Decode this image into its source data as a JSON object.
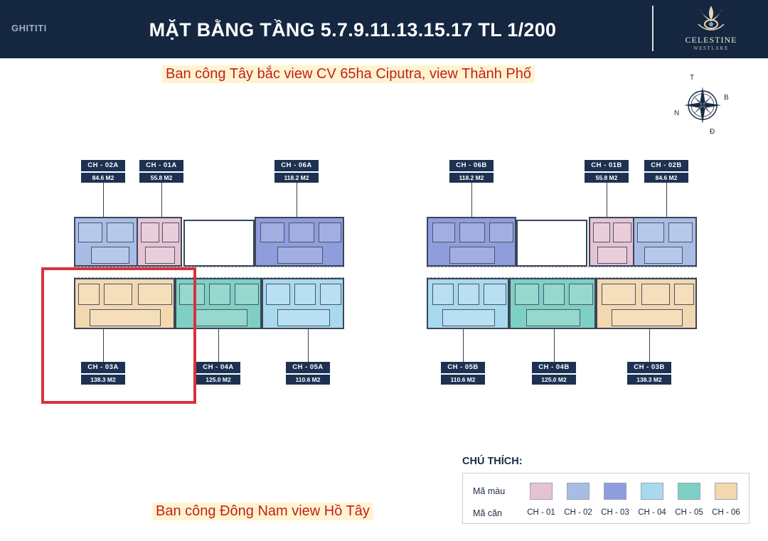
{
  "header": {
    "left_logo": "GHITITI",
    "title": "MẶT BẰNG TẦNG 5.7.9.11.13.15.17 TL 1/200",
    "brand_name": "CELESTINE",
    "brand_sub": "WESTLAKE"
  },
  "captions": {
    "top": "Ban công Tây bắc view CV 65ha Ciputra, view Thành Phố",
    "bottom": "Ban công Đông Nam view Hồ Tây"
  },
  "compass": {
    "north": "T",
    "east": "B",
    "west": "N",
    "south": "Đ"
  },
  "units_left": [
    {
      "name": "CH - 02A",
      "area": "84.6 M2"
    },
    {
      "name": "CH - 01A",
      "area": "55.8 M2"
    },
    {
      "name": "CH - 06A",
      "area": "118.2 M2"
    },
    {
      "name": "CH - 03A",
      "area": "138.3 M2"
    },
    {
      "name": "CH - 04A",
      "area": "125.0 M2"
    },
    {
      "name": "CH - 05A",
      "area": "110.6 M2"
    }
  ],
  "units_right": [
    {
      "name": "CH - 06B",
      "area": "118.2 M2"
    },
    {
      "name": "CH - 01B",
      "area": "55.8 M2"
    },
    {
      "name": "CH - 02B",
      "area": "84.6 M2"
    },
    {
      "name": "CH - 05B",
      "area": "110.6 M2"
    },
    {
      "name": "CH - 04B",
      "area": "125.0 M2"
    },
    {
      "name": "CH - 03B",
      "area": "138.3 M2"
    }
  ],
  "legend": {
    "title": "CHÚ THÍCH:",
    "color_label": "Mã màu",
    "code_label": "Mã căn",
    "codes": [
      "CH - 01",
      "CH - 02",
      "CH - 03",
      "CH - 04",
      "CH - 05",
      "CH - 06"
    ],
    "colors": [
      "#e6c3d3",
      "#a8bde6",
      "#8e9ddc",
      "#a9d9ef",
      "#7fd0c4",
      "#f3d7ae"
    ]
  },
  "colors": {
    "header_bg": "#142640",
    "caption_text": "#c1201f",
    "highlight": "#d8323c"
  }
}
